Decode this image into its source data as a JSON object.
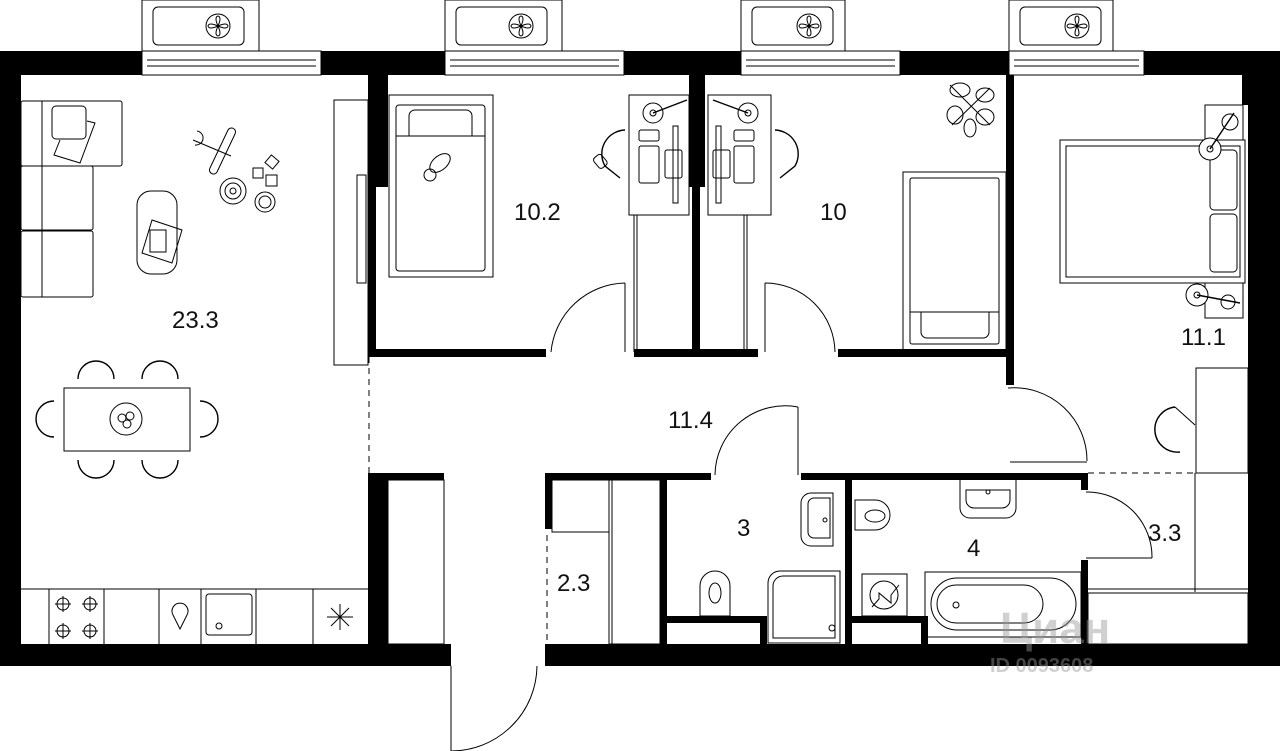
{
  "plan": {
    "type": "apartment-floor-plan",
    "rooms": [
      {
        "id": "living-kitchen",
        "area": "23.3"
      },
      {
        "id": "bedroom-1",
        "area": "10.2"
      },
      {
        "id": "bedroom-2",
        "area": "10"
      },
      {
        "id": "bedroom-3",
        "area": "11.1"
      },
      {
        "id": "hallway",
        "area": "11.4"
      },
      {
        "id": "storage",
        "area": "2.3"
      },
      {
        "id": "bathroom-1",
        "area": "3"
      },
      {
        "id": "bathroom-2",
        "area": "4"
      },
      {
        "id": "dressing-room",
        "area": "3.3"
      }
    ],
    "colors": {
      "wall": "#000000",
      "background": "#ffffff",
      "line": "#000000"
    }
  },
  "watermark": {
    "brand": "Циан",
    "id_text": "ID 0093608"
  }
}
